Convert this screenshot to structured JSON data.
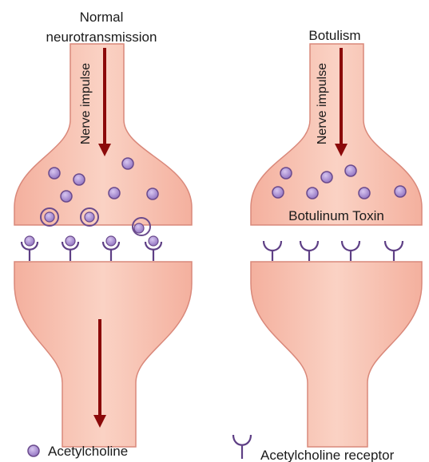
{
  "left_panel": {
    "title_line1": "Normal",
    "title_line2": "neurotransmission",
    "impulse_label": "Nerve impulse"
  },
  "right_panel": {
    "title": "Botulism",
    "impulse_label": "Nerve impulse",
    "toxin_label": "Botulinum Toxin"
  },
  "legend": {
    "vesicle_label": "Acetylcholine",
    "receptor_label": "Acetylcholine receptor"
  },
  "colors": {
    "neuron_fill": "#f7c0ad",
    "neuron_fill_light": "#fcdcd0",
    "neuron_stroke": "#d9887a",
    "arrow": "#8b0a0a",
    "vesicle_ring": "#6a4a8c",
    "vesicle_core": "#a98fd1",
    "receptor": "#5e3f85"
  },
  "icons": {
    "vesicle": "acetylcholine-vesicle-icon",
    "receptor": "acetylcholine-receptor-icon"
  }
}
